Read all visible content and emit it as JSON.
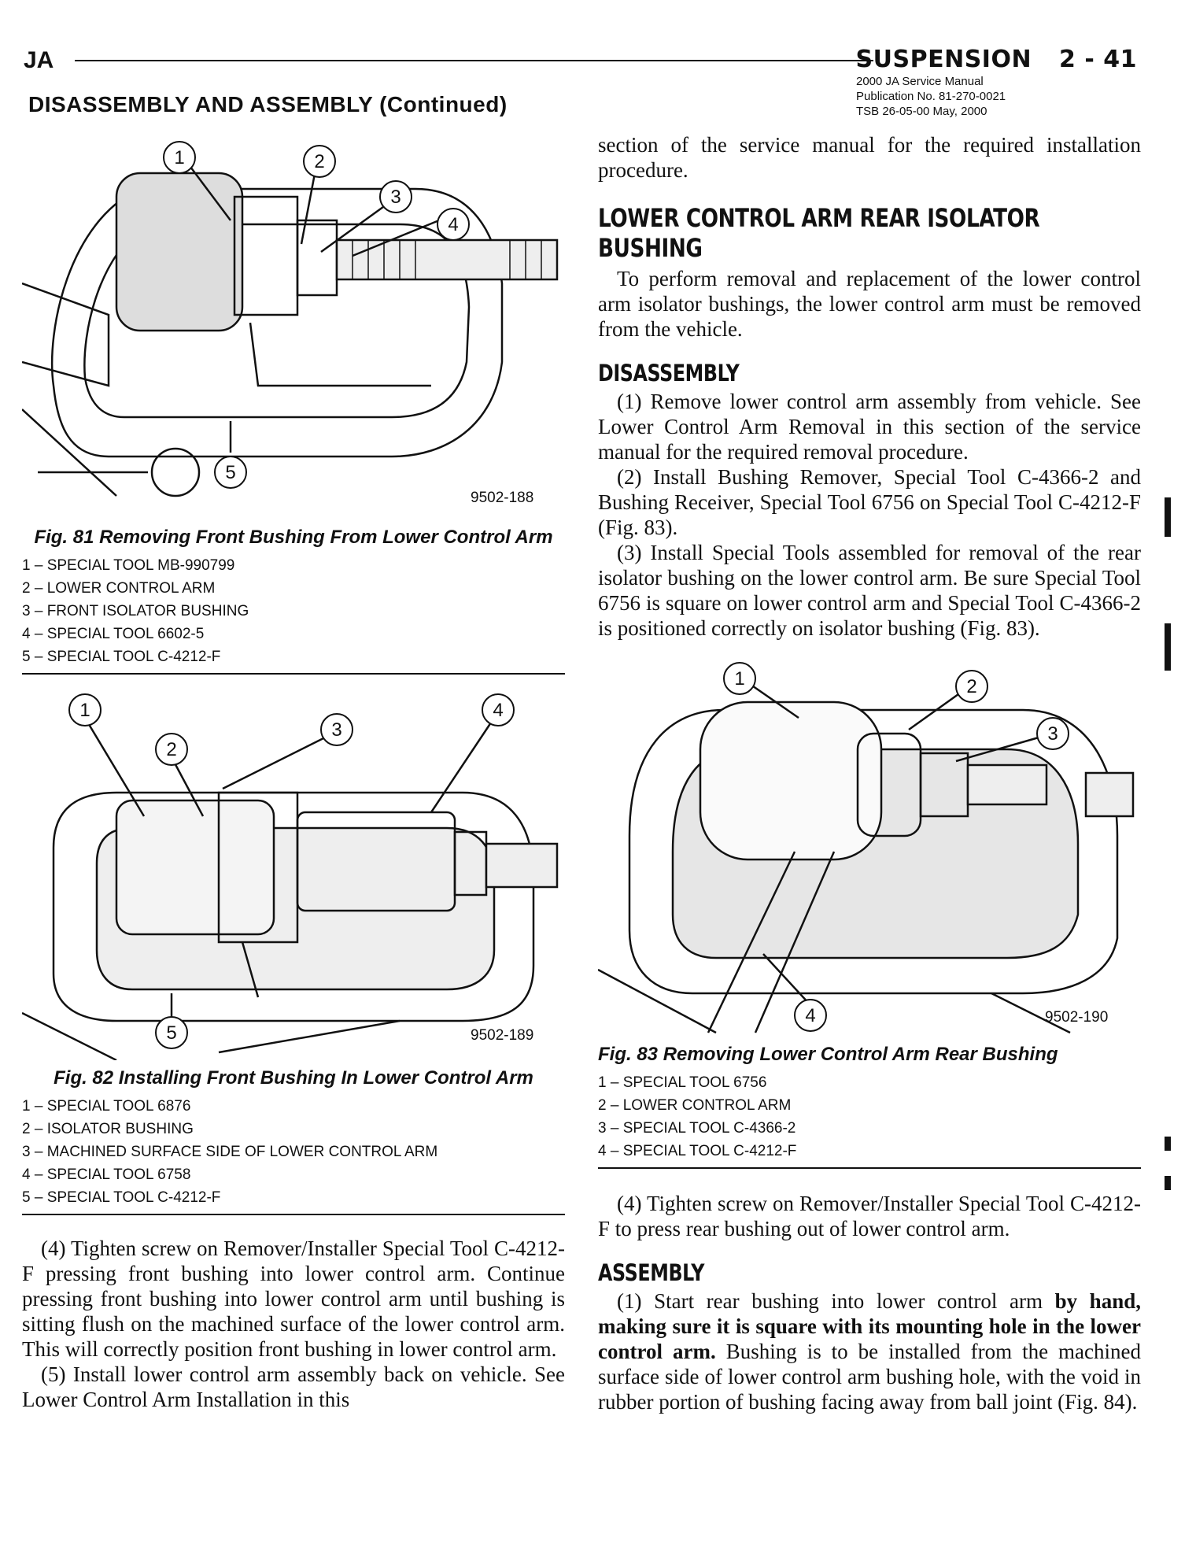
{
  "header": {
    "left": "JA",
    "section": "SUSPENSION",
    "page": "2 - 41",
    "publication_lines": [
      "2000 JA Service Manual",
      "Publication No. 81-270-0021",
      "TSB 26-05-00   May, 2000"
    ],
    "section_title": "DISASSEMBLY AND ASSEMBLY (Continued)"
  },
  "fig81": {
    "code": "9502-188",
    "callouts": [
      "1",
      "2",
      "3",
      "4",
      "5"
    ],
    "caption": "Fig. 81 Removing Front Bushing From Lower Control Arm",
    "legend": [
      "1 – SPECIAL TOOL MB-990799",
      "2 – LOWER CONTROL ARM",
      "3 – FRONT ISOLATOR BUSHING",
      "4 – SPECIAL TOOL 6602-5",
      "5 – SPECIAL TOOL C-4212-F"
    ]
  },
  "fig82": {
    "code": "9502-189",
    "callouts": [
      "1",
      "2",
      "3",
      "4",
      "5"
    ],
    "caption": "Fig. 82 Installing Front Bushing In Lower Control Arm",
    "legend": [
      "1 – SPECIAL TOOL 6876",
      "2 – ISOLATOR BUSHING",
      "3 – MACHINED SURFACE SIDE OF LOWER CONTROL ARM",
      "4 – SPECIAL TOOL 6758",
      "5 – SPECIAL TOOL C-4212-F"
    ]
  },
  "left_text": [
    "(4) Tighten screw on Remover/Installer Special Tool C-4212-F pressing front bushing into lower control arm. Continue pressing front bushing into lower control arm until bushing is sitting flush on the machined surface of the lower control arm. This will correctly position front bushing in lower control arm.",
    "(5) Install lower control arm assembly back on vehicle. See Lower Control Arm Installation in this"
  ],
  "right": {
    "continuation": "section of the service manual for the required installation procedure.",
    "heading": "LOWER CONTROL ARM REAR ISOLATOR BUSHING",
    "intro": "To perform removal and replacement of the lower control arm isolator bushings, the lower control arm must be removed from the vehicle.",
    "disassembly_heading": "DISASSEMBLY",
    "disassembly_steps": [
      "(1) Remove lower control arm assembly from vehicle. See Lower Control Arm Removal in this section of the service manual for the required removal procedure.",
      "(2) Install Bushing Remover, Special Tool C-4366-2 and Bushing Receiver, Special Tool 6756 on Special Tool C-4212-F (Fig. 83).",
      "(3) Install Special Tools assembled for removal of the rear isolator bushing on the lower control arm. Be sure Special Tool 6756 is square on lower control arm and Special Tool C-4366-2 is positioned correctly on isolator bushing (Fig. 83)."
    ],
    "step4": "(4) Tighten screw on Remover/Installer Special Tool C-4212-F to press rear bushing out of lower control arm.",
    "assembly_heading": "ASSEMBLY",
    "assembly_step1_pre": "(1) Start rear bushing into lower control arm ",
    "assembly_step1_bold": "by hand, making sure it is square with its mounting hole in the lower control arm.",
    "assembly_step1_post": " Bushing is to be installed from the machined surface side of lower control arm bushing hole, with the void in rubber portion of bushing facing away from ball joint (Fig. 84)."
  },
  "fig83": {
    "code": "9502-190",
    "callouts": [
      "1",
      "2",
      "3",
      "4"
    ],
    "caption": "Fig. 83 Removing Lower Control Arm Rear Bushing",
    "legend": [
      "1 – SPECIAL TOOL 6756",
      "2 – LOWER CONTROL ARM",
      "3 – SPECIAL TOOL C-4366-2",
      "4 – SPECIAL TOOL C-4212-F"
    ]
  }
}
